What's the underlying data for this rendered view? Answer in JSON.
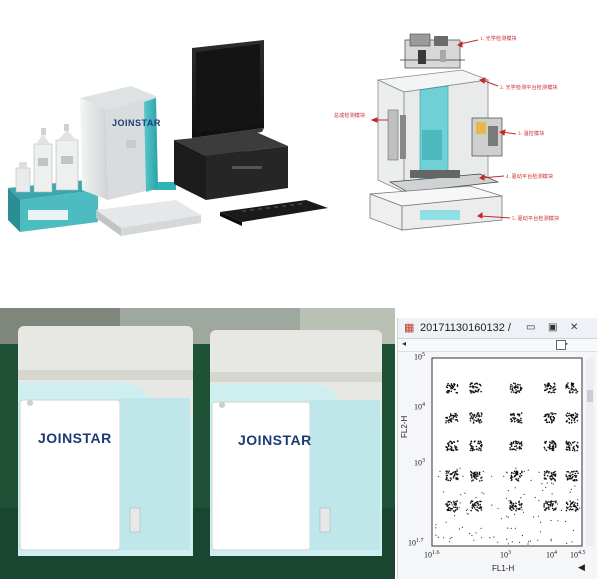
{
  "system_panel": {
    "brand": "JOINSTAR",
    "brand_color": "#1c3b73",
    "accent_color": "#2fb3b8"
  },
  "exploded_panel": {
    "callouts": [
      "1. 光学检测模块",
      "2. 光学检测平台检测模块",
      "3. 温控模块",
      "4. 驱动平台检测模块",
      "5. 驱动平台检测模块",
      "总成检测模块"
    ]
  },
  "photo_panel": {
    "left_brand": "JOINSTAR",
    "right_brand": "JOINSTAR",
    "body_color": "#d7efef",
    "lid_color": "#ecece6"
  },
  "plot_window": {
    "title": "20171130160132 /",
    "minimize_icon": "minimize-icon",
    "maximize_icon": "maximize-icon",
    "close_icon": "close-icon",
    "y_axis_label": "FL2-H",
    "x_axis_label": "FL1-H",
    "y_ticks": [
      {
        "base": "10",
        "exp": "5"
      },
      {
        "base": "10",
        "exp": "4"
      },
      {
        "base": "10",
        "exp": "3"
      },
      {
        "base": "10",
        "exp": "1.7"
      }
    ],
    "x_ticks": [
      {
        "base": "10",
        "exp": "1.6"
      },
      {
        "base": "10",
        "exp": "3"
      },
      {
        "base": "10",
        "exp": "4"
      },
      {
        "base": "10",
        "exp": "4.5"
      }
    ]
  }
}
